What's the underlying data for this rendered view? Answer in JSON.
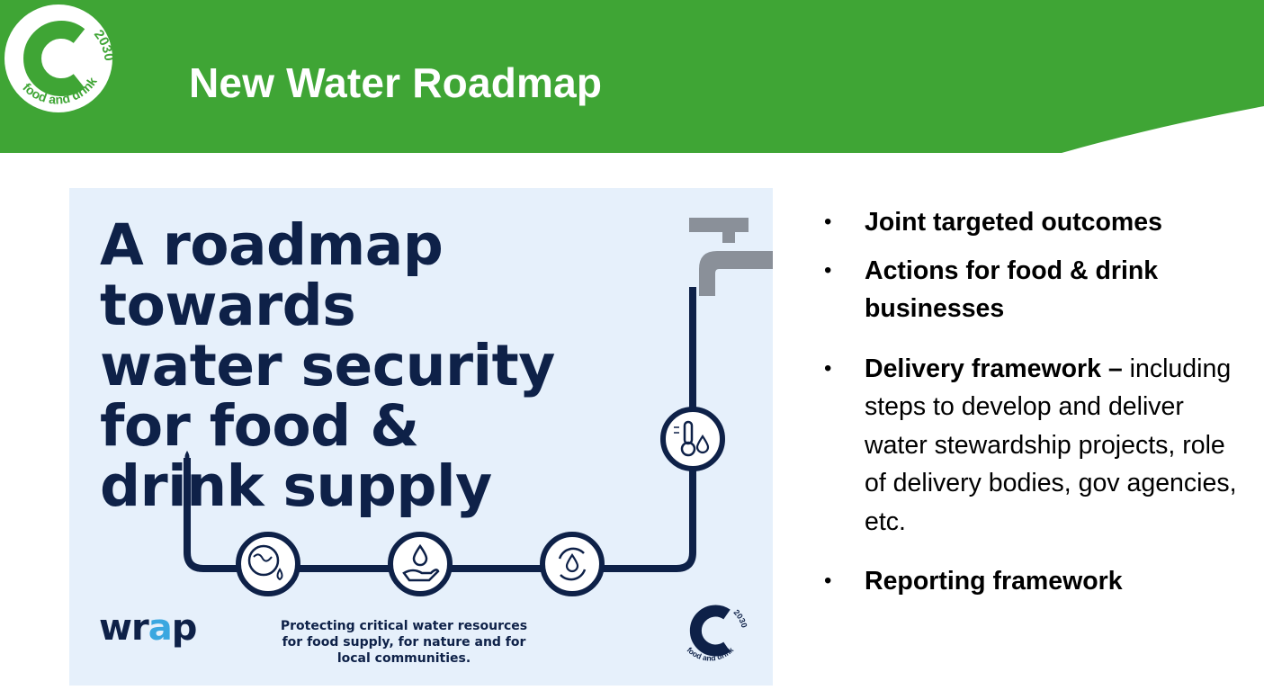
{
  "header": {
    "title": "New Water Roadmap",
    "brand_green": "#3fa535",
    "logo": {
      "text_circle": "food and drink",
      "text_year": "2030"
    }
  },
  "cover": {
    "title_lines": [
      "A roadmap",
      "towards",
      "water security",
      "for food &",
      "drink supply"
    ],
    "caption": "Protecting critical water resources for food supply, for nature and for local communities.",
    "wrap_logo": {
      "part1": "wr",
      "part2": "a",
      "part3": "p"
    },
    "logo": {
      "text_circle": "food and drink",
      "text_year": "2030"
    },
    "icons": [
      "globe-water-icon",
      "hand-water-drop-icon",
      "recycle-water-icon",
      "thermometer-water-icon",
      "tap-icon"
    ],
    "navy": "#0e2148",
    "background": "#e6f0fb"
  },
  "bullets": [
    {
      "bold": "Joint targeted outcomes",
      "rest": ""
    },
    {
      "bold": "Actions for food & drink businesses",
      "rest": ""
    },
    {
      "bold": "Delivery framework –",
      "rest": " including steps to develop and deliver water stewardship projects, role of delivery bodies, gov agencies, etc."
    },
    {
      "bold": "Reporting framework",
      "rest": ""
    }
  ]
}
